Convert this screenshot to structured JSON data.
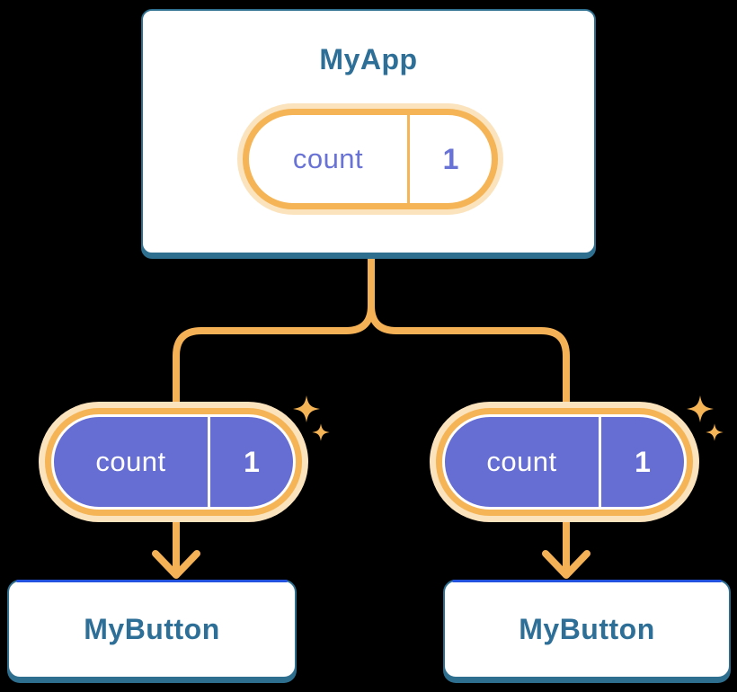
{
  "diagram": {
    "background_color": "#000000",
    "colors": {
      "card_border_teal": "#2E6E8E",
      "card_background": "#FFFFFF",
      "title_text_teal": "#2E6F97",
      "connector_orange": "#F5B155",
      "pill_ring_orange": "#F5B455",
      "pill_halo_peach": "#FBE3BD",
      "pill_fill_purple": "#666ED4",
      "pill_text_purple": "#6973D6",
      "pill_text_white": "#FFFFFF",
      "child_card_top_accent_blue": "#2353DE"
    },
    "icons": {
      "sparkle": "sparkle-icon",
      "arrow_down": "arrow-down-icon"
    },
    "root": {
      "title": "MyApp",
      "state": {
        "name": "count",
        "value": "1"
      }
    },
    "children": [
      {
        "title": "MyButton",
        "state": {
          "name": "count",
          "value": "1"
        }
      },
      {
        "title": "MyButton",
        "state": {
          "name": "count",
          "value": "1"
        }
      }
    ]
  }
}
